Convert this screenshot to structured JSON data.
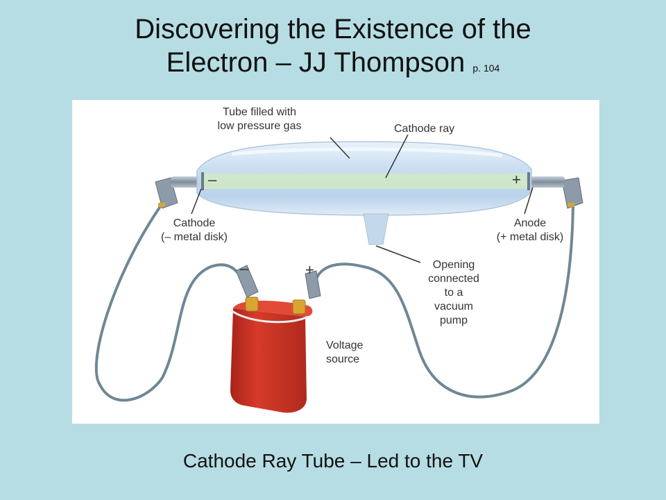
{
  "slide": {
    "title_line1": "Discovering the Existence of the",
    "title_line2": "Electron – JJ Thompson",
    "page_ref": "p. 104",
    "caption": "Cathode Ray Tube – Led to the TV"
  },
  "diagram": {
    "tube_label": "Tube filled with\nlow pressure gas",
    "cathode_ray_label": "Cathode ray",
    "cathode_label": "Cathode\n(– metal disk)",
    "anode_label": "Anode\n(+ metal disk)",
    "opening_label": "Opening\nconnected\nto a\nvacuum\npump",
    "voltage_label": "Voltage\nsource",
    "tube_minus": "–",
    "tube_plus": "+",
    "battery_minus": "–",
    "battery_plus": "+"
  },
  "colors": {
    "background": "#b6dde3",
    "tube_glass": "#cfe3f3",
    "cathode_ray": "#cfe8c6",
    "battery_red": "#c83325",
    "wire": "#6f8795",
    "terminal_gold": "#d9a532"
  }
}
